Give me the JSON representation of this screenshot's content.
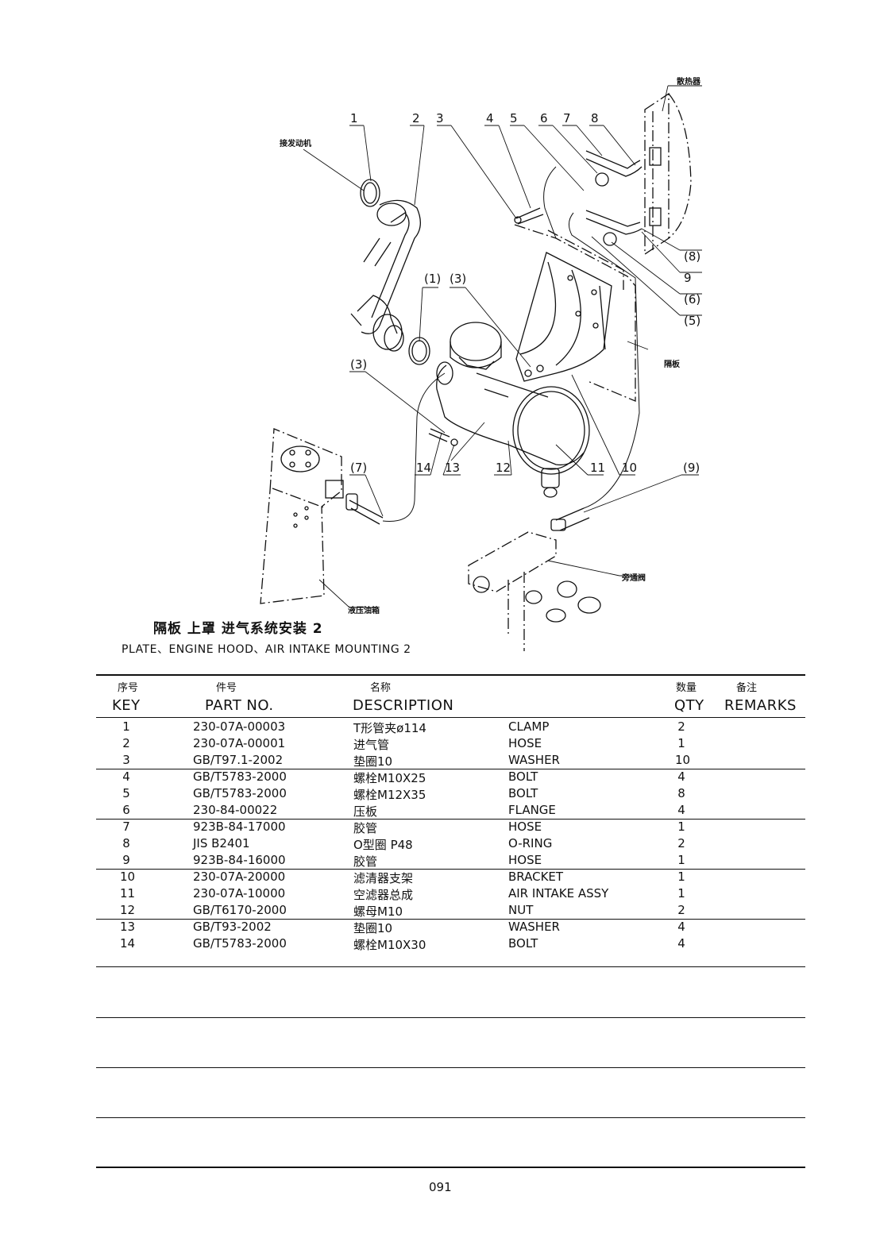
{
  "diagram": {
    "callouts": [
      "1",
      "2",
      "3",
      "4",
      "5",
      "6",
      "7",
      "8",
      "(8)",
      "9",
      "(6)",
      "(5)",
      "(1)",
      "(3)",
      "(3)",
      "(7)",
      "14",
      "13",
      "12",
      "11",
      "10",
      "(9)"
    ],
    "labels": {
      "radiator": "散热器",
      "engine": "接发动机",
      "partition": "隔板",
      "hydraulic_tank": "液压油箱",
      "bypass_valve": "旁通阀"
    }
  },
  "caption": {
    "cn": "隔板 上罩 进气系统安装 2",
    "en": "PLATE、ENGINE HOOD、AIR INTAKE MOUNTING 2"
  },
  "table": {
    "headers_cn": {
      "key": "序号",
      "part": "件号",
      "desc": "名称",
      "qty": "数量",
      "remarks": "备注"
    },
    "headers_en": {
      "key": "KEY",
      "part": "PART NO.",
      "desc": "DESCRIPTION",
      "qty": "QTY",
      "remarks": "REMARKS"
    },
    "rows": [
      {
        "key": "1",
        "part": "230-07A-00003",
        "cn": "T形管夹ø114",
        "en": "CLAMP",
        "qty": "2"
      },
      {
        "key": "2",
        "part": "230-07A-00001",
        "cn": "进气管",
        "en": "HOSE",
        "qty": "1"
      },
      {
        "key": "3",
        "part": "GB/T97.1-2002",
        "cn": "垫圈10",
        "en": "WASHER",
        "qty": "10"
      },
      {
        "key": "4",
        "part": "GB/T5783-2000",
        "cn": "螺栓M10X25",
        "en": "BOLT",
        "qty": "4"
      },
      {
        "key": "5",
        "part": "GB/T5783-2000",
        "cn": "螺栓M12X35",
        "en": "BOLT",
        "qty": "8"
      },
      {
        "key": "6",
        "part": "230-84-00022",
        "cn": "压板",
        "en": "FLANGE",
        "qty": "4"
      },
      {
        "key": "7",
        "part": "923B-84-17000",
        "cn": "胶管",
        "en": "HOSE",
        "qty": "1"
      },
      {
        "key": "8",
        "part": "JIS B2401",
        "cn": "O型圈 P48",
        "en": "O-RING",
        "qty": "2"
      },
      {
        "key": "9",
        "part": "923B-84-16000",
        "cn": "胶管",
        "en": "HOSE",
        "qty": "1"
      },
      {
        "key": "10",
        "part": "230-07A-20000",
        "cn": "滤清器支架",
        "en": "BRACKET",
        "qty": "1"
      },
      {
        "key": "11",
        "part": "230-07A-10000",
        "cn": "空滤器总成",
        "en": "AIR INTAKE ASSY",
        "qty": "1"
      },
      {
        "key": "12",
        "part": "GB/T6170-2000",
        "cn": "螺母M10",
        "en": "NUT",
        "qty": "2"
      },
      {
        "key": "13",
        "part": "GB/T93-2002",
        "cn": "垫圈10",
        "en": "WASHER",
        "qty": "4"
      },
      {
        "key": "14",
        "part": "GB/T5783-2000",
        "cn": "螺栓M10X30",
        "en": "BOLT",
        "qty": "4"
      }
    ]
  },
  "page_number": "091"
}
